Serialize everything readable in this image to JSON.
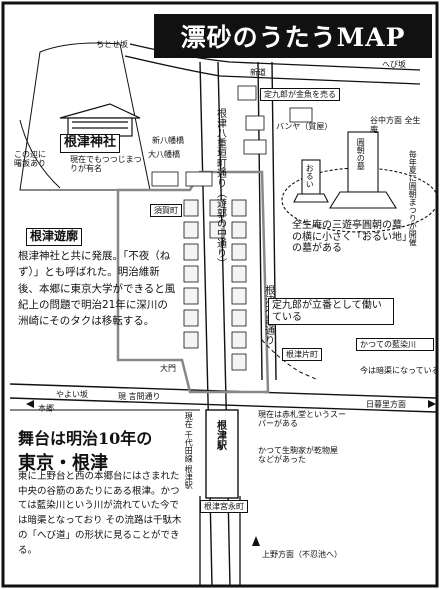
{
  "title": "漂砂のうたうMAP",
  "places": {
    "nezu_shrine": "根津神社",
    "nezu_shrine_note": "現在でもつつじまつりが有名",
    "nezu_yukaku": "根津遊廓",
    "nezu_yukaku_note": "根津神社と共に発展。「不夜（ねず）」とも呼ばれた。明治維新後、本郷に東京大学ができると風紀上の問題で明治21年に深川の洲崎にそのタクは移転する。",
    "this_side_slope": "この辺に曙坂あり",
    "kaisei_slope": "ちとせ坂",
    "shin_hachiman_bridge": "新八幡橋",
    "ohachiman_bridge": "大八幡橋",
    "nezu_yaegaki_street": "根津八重垣町通り（遊郭の中通り）",
    "sumagamachi": "須賀町",
    "nezu_fuzui_street": "根津不忍通り",
    "sadakuro_marker": "定九郎が立番として働いている",
    "sadakuro_banner": "定九郎が金魚を売る",
    "pawnshop_note": "バンヤ（質屋）",
    "nezu_kata_machi": "根津片町",
    "old_aizome_river": "かつての藍染川",
    "aizome_note": "今は暗渠になっている",
    "zenshoan_note": "谷中方面 全生庵",
    "zenshoan_marker": "全生庵の三遊亭圓朝の墓の横に小さく「おるい地」の墓がある",
    "tomb_label": "圓朝の墓",
    "small_tomb": "おるい",
    "yanaka_direction": "谷中方面",
    "zenshoan_festival": "毎年夏に圓朝まつりが開催",
    "yayoi_slope": "やよい坂",
    "hongo_direction": "本郷",
    "nezu_street_front": "現 言問通り",
    "nippori_direction": "日暮里方面",
    "current_nezu_station": "現在 千代田線 根津駅",
    "nezu_station": "根津駅",
    "store_note": "現在は赤札堂というスーパーがある",
    "bangakuya_note": "かつて生駒家が乾物屋などがあった",
    "nezu_miyanaga": "根津宮永町",
    "ueno_direction": "上野方面（不忍池へ）",
    "headline_1": "舞台は明治10年の",
    "headline_2": "東京・根津",
    "body_note": "東に上野台と西の本郷台にはさまれた中央の谷筋のあたりにある根津。かつては藍染川という川が流れていた今では暗渠となっており その流路は千駄木の「へび道」の形状に見ることができる。",
    "north_road": "へび坂",
    "shindo": "新道",
    "gate_label": "大門",
    "street_label": "新道"
  },
  "colors": {
    "ink": "#111111",
    "paper": "#ffffff",
    "road": "#ffffff",
    "block": "#f4f4f4",
    "gray_route": "#888888"
  }
}
